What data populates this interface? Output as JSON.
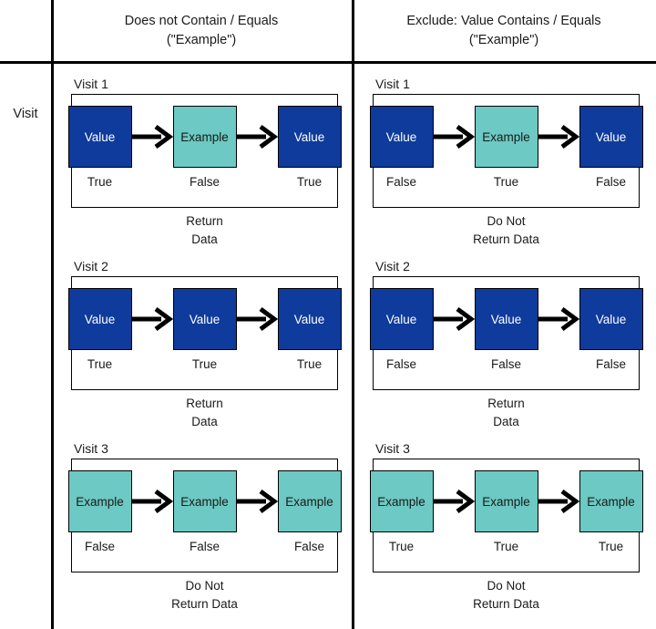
{
  "headers": {
    "row_label": "Visit",
    "columns": [
      {
        "line1": "Does not Contain / Equals",
        "line2": "(\"Example\")"
      },
      {
        "line1": "Exclude: Value Contains / Equals",
        "line2": "(\"Example\")"
      }
    ]
  },
  "colors": {
    "value_box": "#0e3b9c",
    "example_box": "#6cc9c3",
    "value_text": "#ffffff",
    "example_text": "#1a1a1a",
    "line": "#000000"
  },
  "groups": [
    {
      "label": "Visit 1",
      "column": "Does not Contain / Equals",
      "nodes": [
        {
          "text": "Value",
          "kind": "value",
          "result": "True"
        },
        {
          "text": "Example",
          "kind": "example",
          "result": "False"
        },
        {
          "text": "Value",
          "kind": "value",
          "result": "True"
        }
      ],
      "caption_line1": "Return",
      "caption_line2": "Data"
    },
    {
      "label": "Visit 1",
      "column": "Exclude: Value Contains / Equals",
      "nodes": [
        {
          "text": "Value",
          "kind": "value",
          "result": "False"
        },
        {
          "text": "Example",
          "kind": "example",
          "result": "True"
        },
        {
          "text": "Value",
          "kind": "value",
          "result": "False"
        }
      ],
      "caption_line1": "Do Not",
      "caption_line2": "Return Data"
    },
    {
      "label": "Visit 2",
      "column": "Does not Contain / Equals",
      "nodes": [
        {
          "text": "Value",
          "kind": "value",
          "result": "True"
        },
        {
          "text": "Value",
          "kind": "value",
          "result": "True"
        },
        {
          "text": "Value",
          "kind": "value",
          "result": "True"
        }
      ],
      "caption_line1": "Return",
      "caption_line2": "Data"
    },
    {
      "label": "Visit 2",
      "column": "Exclude: Value Contains / Equals",
      "nodes": [
        {
          "text": "Value",
          "kind": "value",
          "result": "False"
        },
        {
          "text": "Value",
          "kind": "value",
          "result": "False"
        },
        {
          "text": "Value",
          "kind": "value",
          "result": "False"
        }
      ],
      "caption_line1": "Return",
      "caption_line2": "Data"
    },
    {
      "label": "Visit 3",
      "column": "Does not Contain / Equals",
      "nodes": [
        {
          "text": "Example",
          "kind": "example",
          "result": "False"
        },
        {
          "text": "Example",
          "kind": "example",
          "result": "False"
        },
        {
          "text": "Example",
          "kind": "example",
          "result": "False"
        }
      ],
      "caption_line1": "Do Not",
      "caption_line2": "Return Data"
    },
    {
      "label": "Visit 3",
      "column": "Exclude: Value Contains / Equals",
      "nodes": [
        {
          "text": "Example",
          "kind": "example",
          "result": "True"
        },
        {
          "text": "Example",
          "kind": "example",
          "result": "True"
        },
        {
          "text": "Example",
          "kind": "example",
          "result": "True"
        }
      ],
      "caption_line1": "Do Not",
      "caption_line2": "Return Data"
    }
  ]
}
